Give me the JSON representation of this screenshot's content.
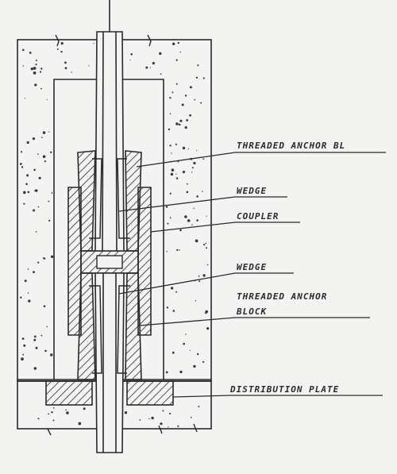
{
  "colors": {
    "paper": "#f3f3f2",
    "ink": "#2a2a2a",
    "speckle": "#3a3a3a"
  },
  "labels": {
    "threaded_anchor_top": "THREADED ANCHOR BL",
    "wedge_top": "WEDGE",
    "coupler": "COUPLER",
    "wedge_bottom": "WEDGE",
    "threaded_anchor_bottom_line1": "THREADED ANCHOR",
    "threaded_anchor_bottom_line2": "BLOCK",
    "distribution_plate": "DISTRIBUTION PLATE"
  }
}
